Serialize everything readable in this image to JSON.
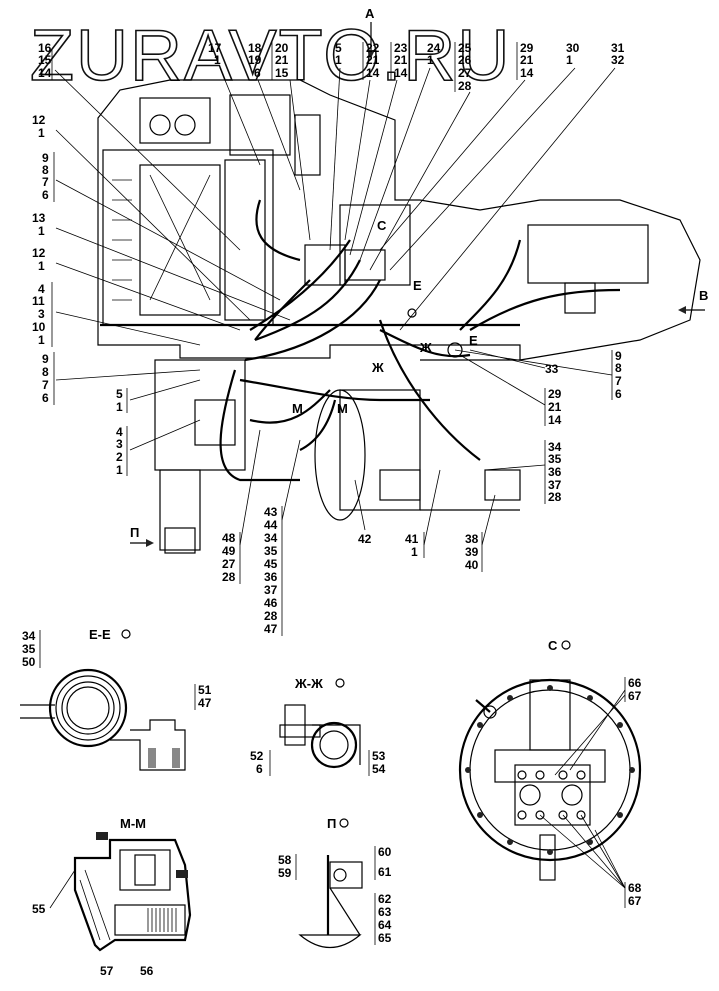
{
  "watermark": "ZURAVTO.RU",
  "view_letters": {
    "a": "А",
    "b": "В",
    "c": "С",
    "e": "Е",
    "zh": "Ж",
    "m": "М",
    "p": "П"
  },
  "section_titles": {
    "ee": "Е-Е",
    "zhzh": "Ж-Ж",
    "mm": "М-М",
    "p": "П",
    "c": "С"
  },
  "callout_stacks": [
    [
      "16",
      "15",
      "14"
    ],
    [
      "17",
      "1"
    ],
    [
      "18",
      "19",
      "6"
    ],
    [
      "20",
      "21",
      "15"
    ],
    [
      "5",
      "1"
    ],
    [
      "22",
      "21",
      "14"
    ],
    [
      "23",
      "21",
      "14"
    ],
    [
      "24",
      "1"
    ],
    [
      "25",
      "26",
      "27",
      "28"
    ],
    [
      "29",
      "21",
      "14"
    ],
    [
      "30",
      "1"
    ],
    [
      "31",
      "32"
    ],
    [
      "12",
      "1"
    ],
    [
      "9",
      "8",
      "7",
      "6"
    ],
    [
      "13",
      "1"
    ],
    [
      "12",
      "1"
    ],
    [
      "4",
      "11",
      "3",
      "10",
      "1"
    ],
    [
      "9",
      "8",
      "7",
      "6"
    ],
    [
      "5",
      "1"
    ],
    [
      "4",
      "3",
      "2",
      "1"
    ],
    [
      "9",
      "8",
      "7",
      "6"
    ],
    [
      "33"
    ],
    [
      "29",
      "21",
      "14"
    ],
    [
      "34",
      "35",
      "36",
      "37",
      "28"
    ],
    [
      "43",
      "44",
      "34",
      "35",
      "45",
      "36",
      "37",
      "46",
      "28",
      "47"
    ],
    [
      "48",
      "49",
      "27",
      "28"
    ],
    [
      "42"
    ],
    [
      "41",
      "1"
    ],
    [
      "38",
      "39",
      "40"
    ],
    [
      "34",
      "35",
      "50"
    ],
    [
      "51",
      "47"
    ],
    [
      "52",
      "6"
    ],
    [
      "53",
      "54"
    ],
    [
      "55"
    ],
    [
      "57"
    ],
    [
      "56"
    ],
    [
      "58",
      "59"
    ],
    [
      "60",
      "61"
    ],
    [
      "62",
      "63",
      "64",
      "65"
    ],
    [
      "66",
      "67"
    ],
    [
      "68",
      "67"
    ]
  ]
}
